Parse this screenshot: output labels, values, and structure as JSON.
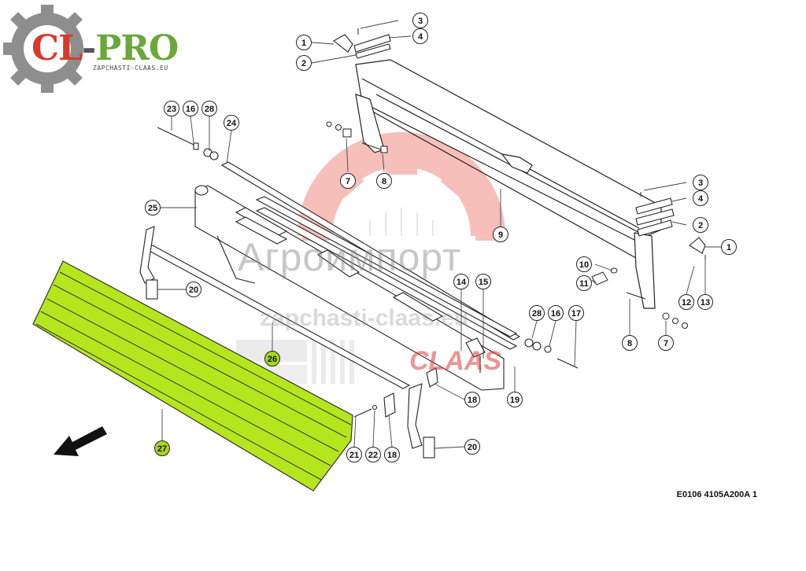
{
  "logo": {
    "brand_left": "CL",
    "brand_dash": "-",
    "brand_right": "PRO",
    "subtitle": "ZAPCHASTI-CLAAS.EU"
  },
  "watermark": {
    "title": "Агроимпорт",
    "subtitle": "zapchasti-claas.eu",
    "brand": "CLAAS"
  },
  "drawing_code": "E0106 4105A200A 1",
  "callouts": [
    {
      "id": "c1a",
      "label": "1"
    },
    {
      "id": "c2a",
      "label": "2"
    },
    {
      "id": "c3a",
      "label": "3"
    },
    {
      "id": "c4a",
      "label": "4"
    },
    {
      "id": "c7a",
      "label": "7"
    },
    {
      "id": "c8a",
      "label": "8"
    },
    {
      "id": "c9",
      "label": "9"
    },
    {
      "id": "c3b",
      "label": "3"
    },
    {
      "id": "c4b",
      "label": "4"
    },
    {
      "id": "c2b",
      "label": "2"
    },
    {
      "id": "c1b",
      "label": "1"
    },
    {
      "id": "c10",
      "label": "10"
    },
    {
      "id": "c11",
      "label": "11"
    },
    {
      "id": "c12",
      "label": "12"
    },
    {
      "id": "c13",
      "label": "13"
    },
    {
      "id": "c8b",
      "label": "8"
    },
    {
      "id": "c7b",
      "label": "7"
    },
    {
      "id": "c23",
      "label": "23"
    },
    {
      "id": "c16a",
      "label": "16"
    },
    {
      "id": "c28a",
      "label": "28"
    },
    {
      "id": "c24",
      "label": "24"
    },
    {
      "id": "c25",
      "label": "25"
    },
    {
      "id": "c20a",
      "label": "20"
    },
    {
      "id": "c26",
      "label": "26"
    },
    {
      "id": "c14",
      "label": "14"
    },
    {
      "id": "c15",
      "label": "15"
    },
    {
      "id": "c28b",
      "label": "28"
    },
    {
      "id": "c16b",
      "label": "16"
    },
    {
      "id": "c17",
      "label": "17"
    },
    {
      "id": "c19",
      "label": "19"
    },
    {
      "id": "c18a",
      "label": "18"
    },
    {
      "id": "c21",
      "label": "21"
    },
    {
      "id": "c22",
      "label": "22"
    },
    {
      "id": "c18b",
      "label": "18"
    },
    {
      "id": "c20b",
      "label": "20"
    },
    {
      "id": "c27",
      "label": "27"
    }
  ],
  "colors": {
    "highlight": "#b5e61d",
    "highlight_callout": "#a9d81c",
    "watermark_red": "#e8493b",
    "line": "#222222"
  }
}
